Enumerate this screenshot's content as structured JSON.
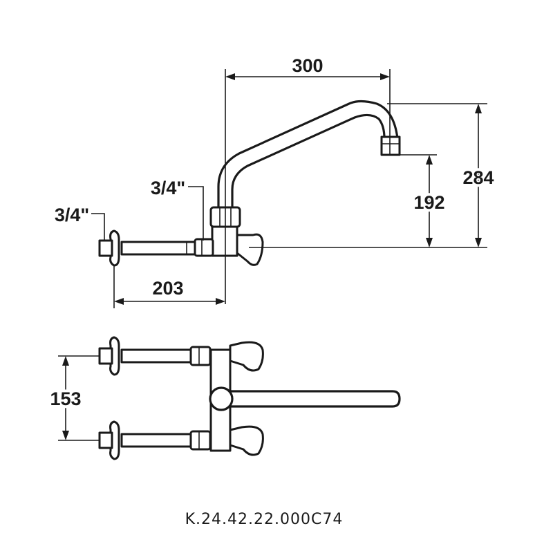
{
  "diagram": {
    "dimensions": {
      "spout_reach": "300",
      "total_height": "284",
      "outlet_height": "192",
      "wall_distance": "203",
      "center_distance": "153"
    },
    "thread_labels": {
      "supply_inlet": "3/4\"",
      "valve_connection": "3/4\""
    },
    "product_code": "K.24.42.22.000C74"
  },
  "colors": {
    "line": "#1a1a1a",
    "background": "#ffffff"
  }
}
